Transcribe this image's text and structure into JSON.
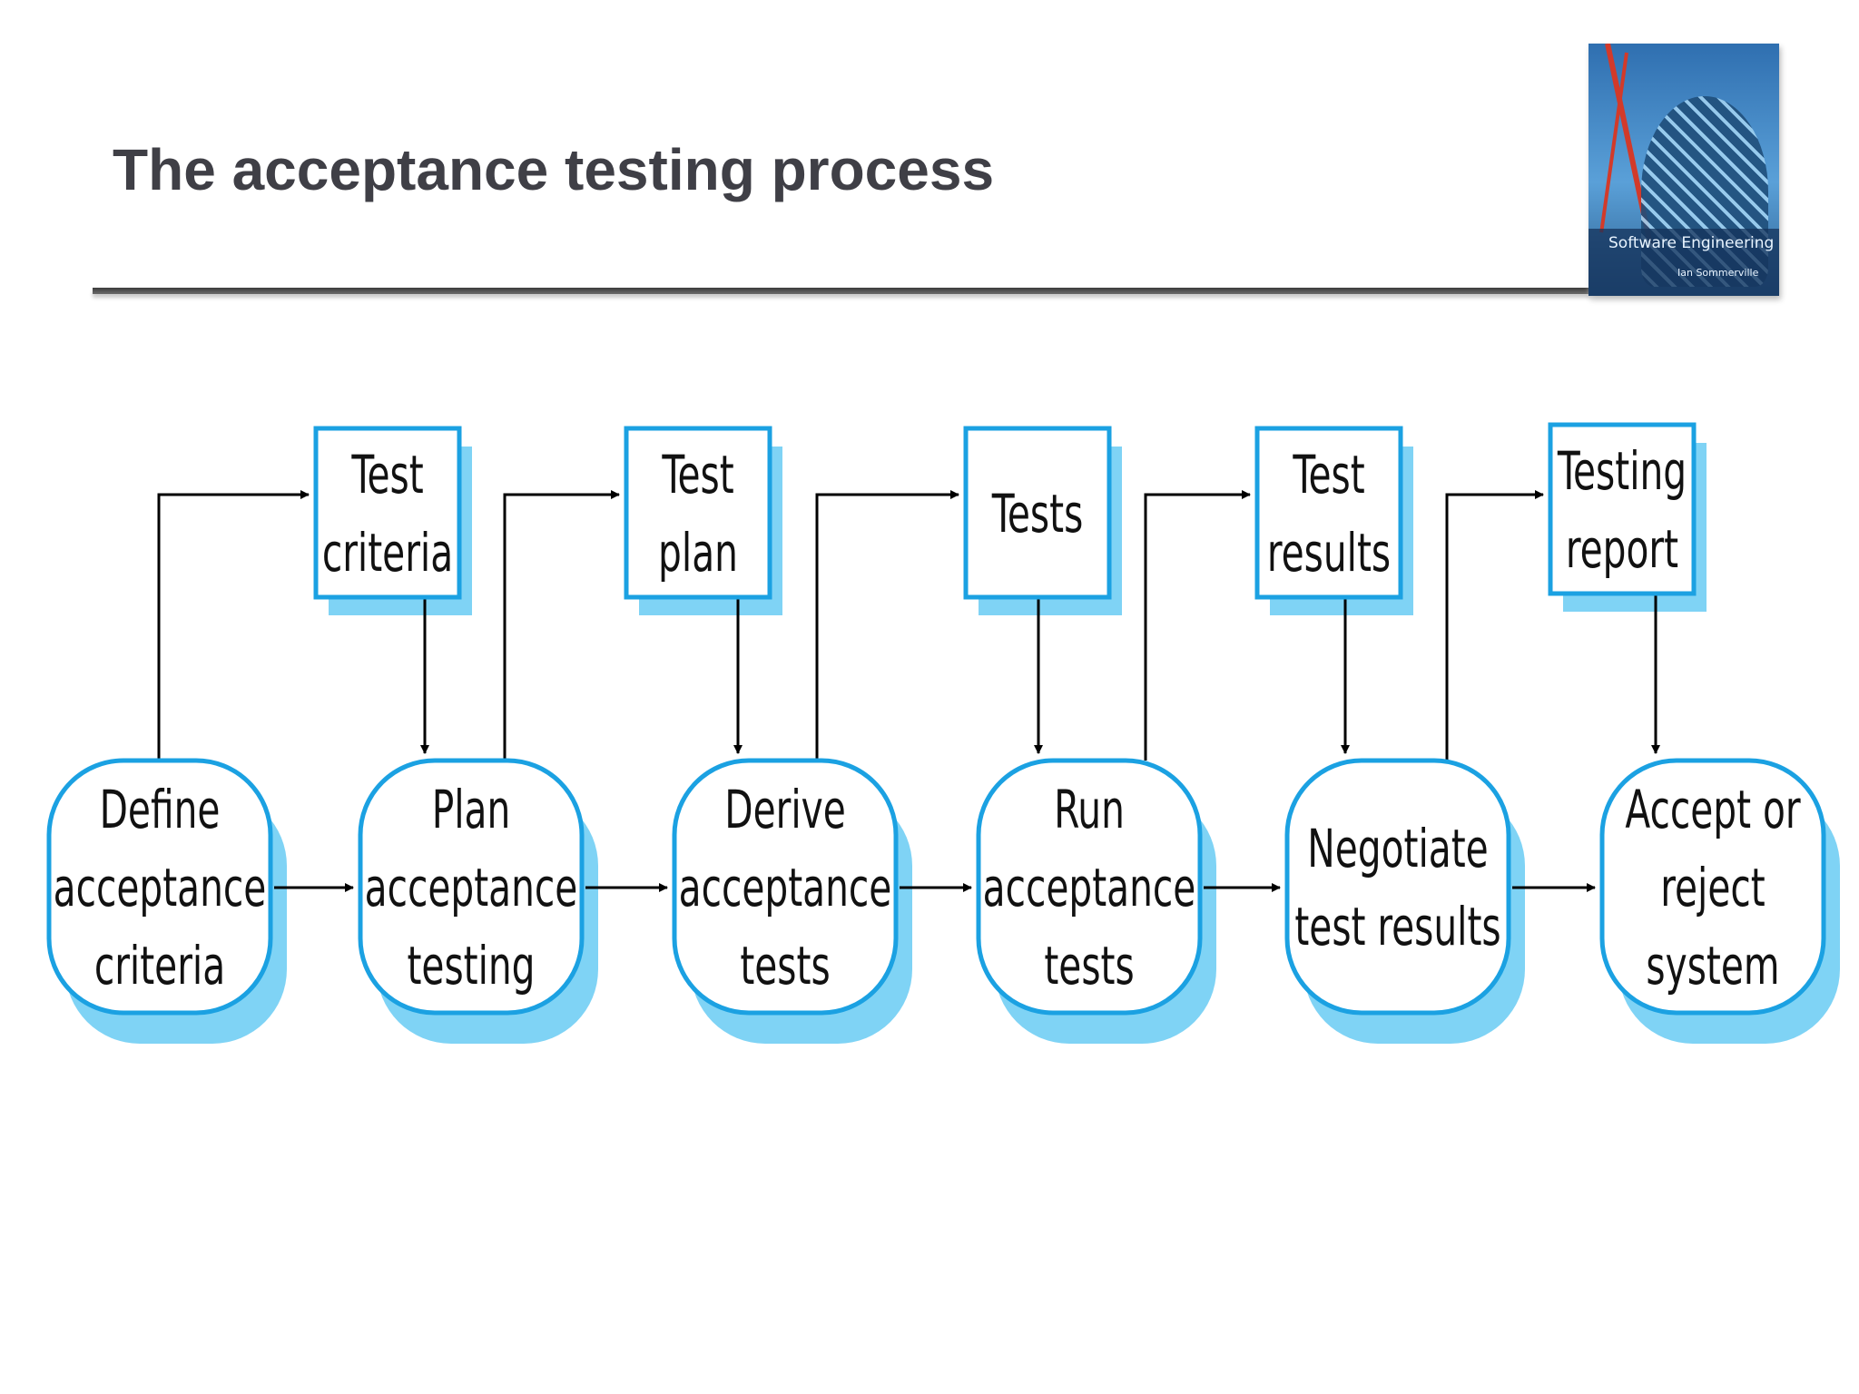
{
  "slide": {
    "title": "The acceptance testing process"
  },
  "book_cover": {
    "title": "Software Engineering",
    "author": "Ian Sommerville"
  },
  "diagram": {
    "colors": {
      "border": "#1ba1e2",
      "shadow": "#7fd3f5",
      "arrow": "#000000",
      "text": "#111111"
    },
    "documents": [
      {
        "id": "test-criteria",
        "lines": [
          "Test",
          "criteria"
        ]
      },
      {
        "id": "test-plan",
        "lines": [
          "Test",
          "plan"
        ]
      },
      {
        "id": "tests",
        "lines": [
          "Tests"
        ]
      },
      {
        "id": "test-results",
        "lines": [
          "Test",
          "results"
        ]
      },
      {
        "id": "testing-report",
        "lines": [
          "Testing",
          "report"
        ]
      }
    ],
    "activities": [
      {
        "id": "define-acceptance-criteria",
        "lines": [
          "Define",
          "acceptance",
          "criteria"
        ]
      },
      {
        "id": "plan-acceptance-testing",
        "lines": [
          "Plan",
          "acceptance",
          "testing"
        ]
      },
      {
        "id": "derive-acceptance-tests",
        "lines": [
          "Derive",
          "acceptance",
          "tests"
        ]
      },
      {
        "id": "run-acceptance-tests",
        "lines": [
          "Run",
          "acceptance",
          "tests"
        ]
      },
      {
        "id": "negotiate-test-results",
        "lines": [
          "Negotiate",
          "test results"
        ]
      },
      {
        "id": "accept-or-reject-system",
        "lines": [
          "Accept or",
          "reject",
          "system"
        ]
      }
    ]
  }
}
